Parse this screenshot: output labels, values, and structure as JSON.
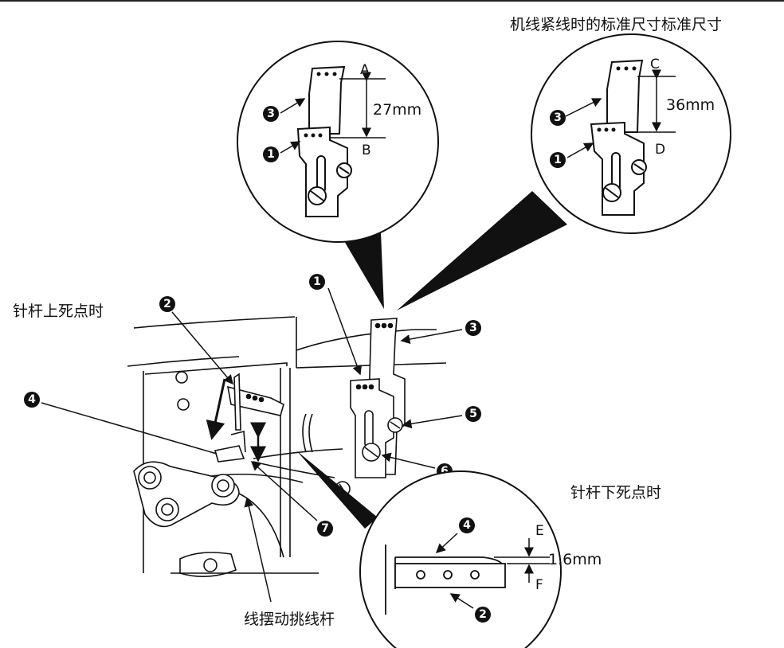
{
  "labels": {
    "top_right_title": "机线紧线时的标准尺寸标准尺寸",
    "needle_up": "针杆上死点时",
    "needle_down": "针杆下死点时",
    "swing_lever": "线摆动挑线杆"
  },
  "callouts": {
    "n1": "❶",
    "n2": "❷",
    "n3": "❸",
    "n4": "❹",
    "n5": "❺",
    "n6": "❻",
    "n7": "❼"
  },
  "detail_left": {
    "top_letter": "A",
    "bottom_letter": "B",
    "dimension": "27mm"
  },
  "detail_right": {
    "top_letter": "C",
    "bottom_letter": "D",
    "dimension": "36mm"
  },
  "detail_bottom": {
    "top_letter": "E",
    "bottom_letter": "F",
    "dimension": "1.6mm"
  }
}
